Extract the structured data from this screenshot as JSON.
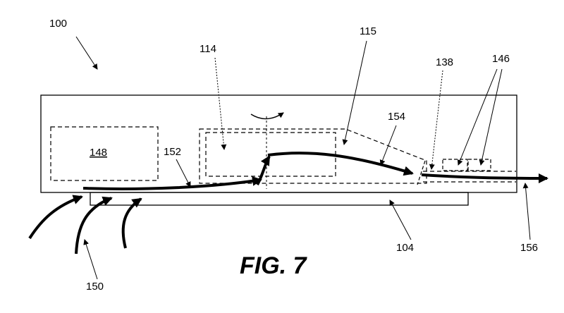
{
  "labels": {
    "ref_100": "100",
    "ref_114": "114",
    "ref_115": "115",
    "ref_138": "138",
    "ref_146": "146",
    "ref_148": "148",
    "ref_152": "152",
    "ref_154": "154",
    "ref_104": "104",
    "ref_150": "150",
    "ref_156": "156"
  },
  "caption": "FIG. 7"
}
